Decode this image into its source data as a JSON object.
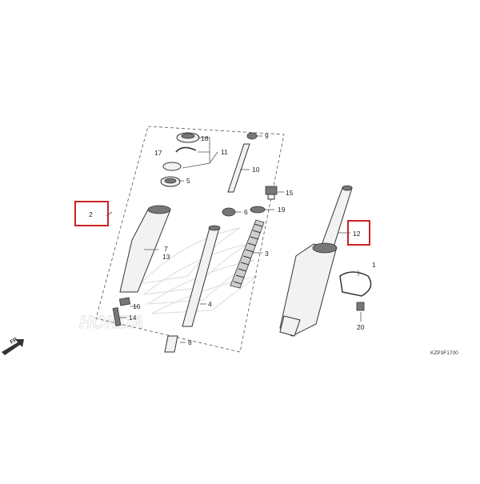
{
  "diagram": {
    "code": "KZP3F1700",
    "direction_label": "FR.",
    "watermark_text": "HONDA",
    "callouts": [
      {
        "id": "c1",
        "label": "1"
      },
      {
        "id": "c2",
        "label": "2"
      },
      {
        "id": "c3",
        "label": "3"
      },
      {
        "id": "c4",
        "label": "4"
      },
      {
        "id": "c5",
        "label": "5"
      },
      {
        "id": "c6",
        "label": "6"
      },
      {
        "id": "c7",
        "label": "7"
      },
      {
        "id": "c8",
        "label": "8"
      },
      {
        "id": "c9",
        "label": "9"
      },
      {
        "id": "c10",
        "label": "10"
      },
      {
        "id": "c11",
        "label": "11"
      },
      {
        "id": "c12",
        "label": "12"
      },
      {
        "id": "c13",
        "label": "13"
      },
      {
        "id": "c14",
        "label": "14"
      },
      {
        "id": "c15",
        "label": "15"
      },
      {
        "id": "c16",
        "label": "16"
      },
      {
        "id": "c17",
        "label": "17"
      },
      {
        "id": "c18",
        "label": "18"
      },
      {
        "id": "c19",
        "label": "19"
      },
      {
        "id": "c20",
        "label": "20"
      }
    ],
    "highlighted": [
      "2",
      "12"
    ],
    "highlight_color": "#cc2222"
  }
}
